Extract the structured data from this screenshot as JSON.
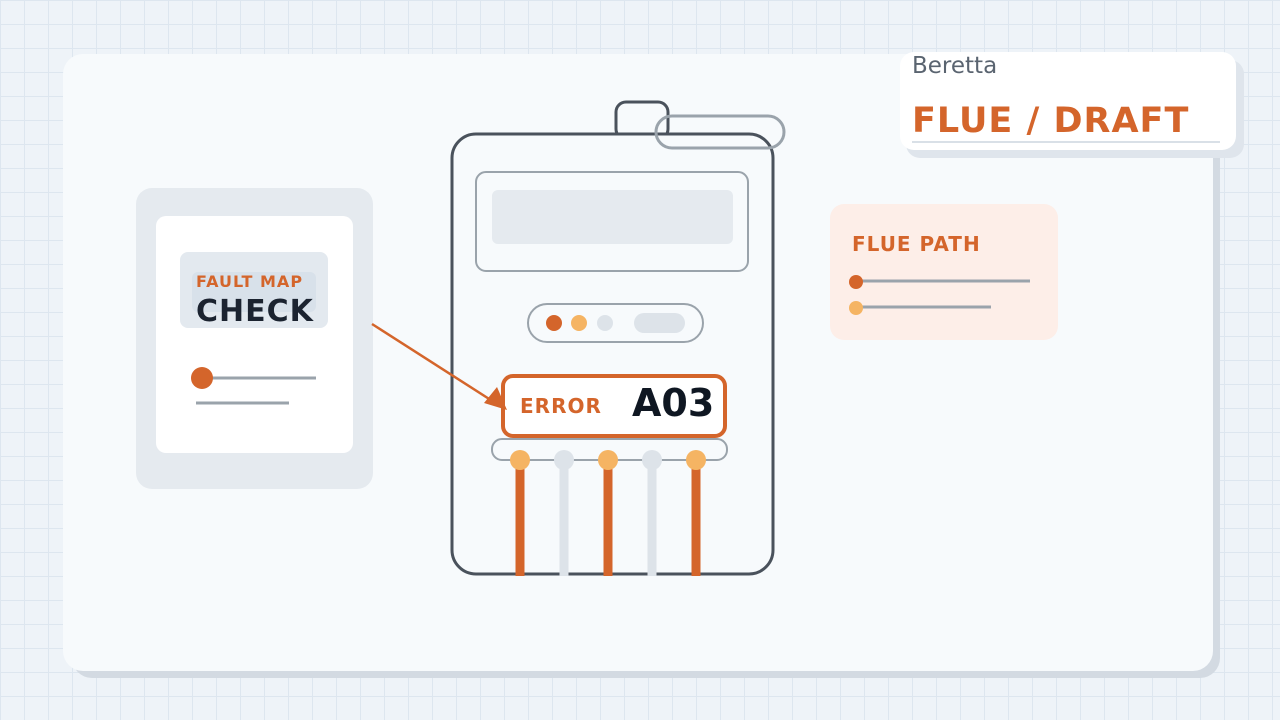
{
  "brand": {
    "name": "Beretta",
    "title": "FLUE / DRAFT"
  },
  "fault_card": {
    "heading_small": "FAULT MAP",
    "heading_large": "CHECK"
  },
  "flue_path": {
    "title": "FLUE PATH"
  },
  "boiler": {
    "error_label": "ERROR",
    "error_code": "A03"
  },
  "colors": {
    "accent": "#d4652b",
    "accent_light": "#f5b463",
    "outline": "#4a525c",
    "muted": "#dde3e9"
  },
  "icons": {
    "arrow": "arrow-icon",
    "status_dot": "status-dot-icon"
  }
}
